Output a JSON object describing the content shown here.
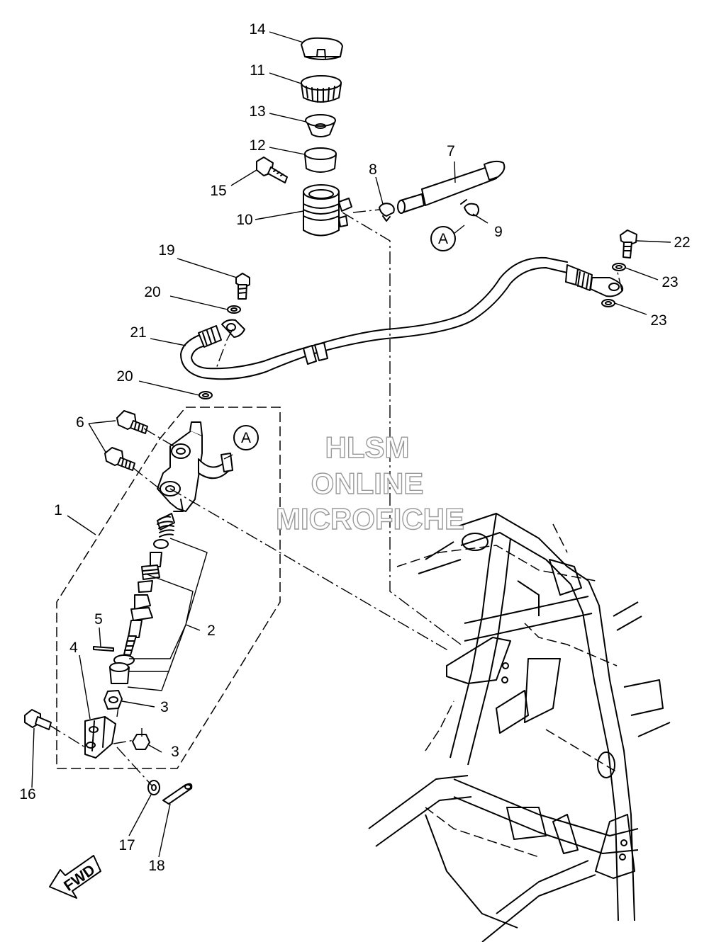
{
  "watermark": {
    "line1": "HLSM",
    "line2": "ONLINE",
    "line3": "MICROFICHE"
  },
  "fwd_label": "FWD",
  "ref_marker": "A",
  "callouts": [
    "14",
    "11",
    "13",
    "12",
    "15",
    "10",
    "8",
    "7",
    "9",
    "19",
    "20",
    "21",
    "20",
    "22",
    "23",
    "23",
    "6",
    "1",
    "5",
    "4",
    "2",
    "3",
    "3",
    "16",
    "17",
    "18"
  ]
}
